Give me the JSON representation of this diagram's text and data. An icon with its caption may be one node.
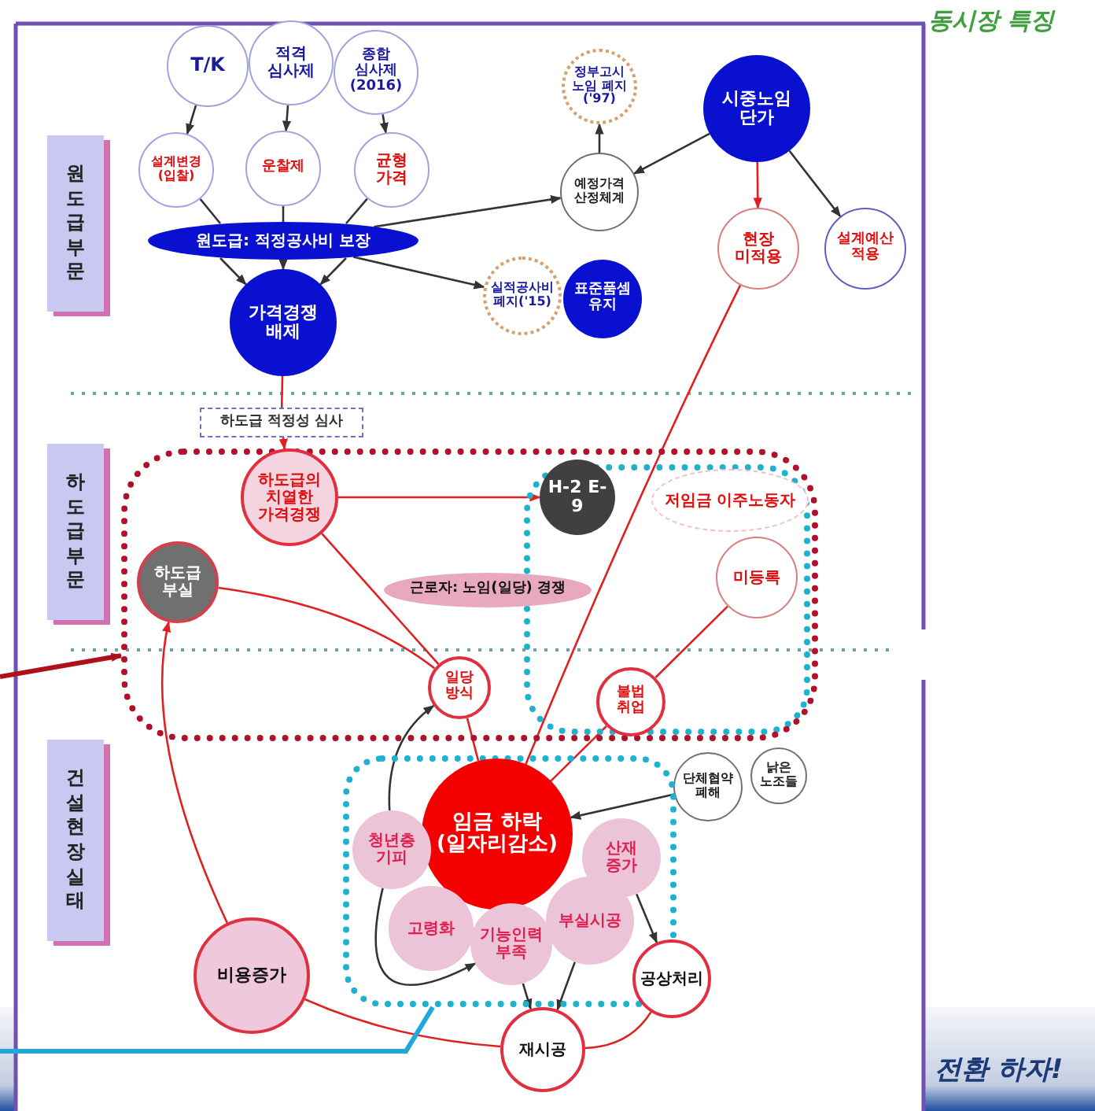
{
  "diagram": {
    "nodes": [
      {
        "text": [
          "T/K"
        ]
      },
      {
        "text": [
          "적격 심사제"
        ]
      },
      {
        "text": [
          "종합 심사제 (2016)"
        ]
      },
      {
        "text": [
          "정부고시 노임 폐지('97)"
        ]
      },
      {
        "text": [
          "시중노임 단가"
        ]
      },
      {
        "text": [
          "설계변경 (입찰)"
        ]
      },
      {
        "text": [
          "운찰제"
        ]
      },
      {
        "text": [
          "균형 가격"
        ]
      },
      {
        "text": [
          "예정가격 산정체계"
        ]
      },
      {
        "text": [
          "현장 미적용"
        ]
      },
      {
        "text": [
          "설계예산 적용"
        ]
      },
      {
        "text": [
          "원도급: 적정공사비 보장"
        ]
      },
      {
        "text": [
          "가격경쟁 배제"
        ]
      },
      {
        "text": [
          "실적공사비 폐지('15)"
        ]
      },
      {
        "text": [
          "표준품셈 유지"
        ]
      },
      {
        "text": [
          "하도급 적정성 심사"
        ]
      },
      {
        "text": [],
        "shape": "box"
      },
      {
        "text": [
          "하도급의 치열한 가격경쟁"
        ],
        "in": 16
      },
      {
        "text": [
          "H-2 E-9"
        ],
        "in": 16
      },
      {
        "text": [
          "저임금 이주노동자"
        ],
        "in": 16
      },
      {
        "text": [
          "하도급 부실"
        ],
        "in": 16
      },
      {
        "text": [
          "근로자: 노임(일당) 경쟁"
        ],
        "in": 16
      },
      {
        "text": [
          "미등록"
        ],
        "in": 16
      },
      {
        "text": [
          "일당 방식"
        ],
        "in": 16
      },
      {
        "text": [
          "불법 취업"
        ],
        "in": 16
      },
      {
        "text": [
          "단체협약 폐해"
        ]
      },
      {
        "text": [
          "낡은 노조들"
        ]
      },
      {
        "text": [],
        "shape": "box"
      },
      {
        "text": [
          "임금 하락 (일자리감소)"
        ],
        "in": 27
      },
      {
        "text": [
          "청년층 기피"
        ],
        "in": 27
      },
      {
        "text": [
          "산재 증가"
        ],
        "in": 27
      },
      {
        "text": [
          "고령화"
        ],
        "in": 27
      },
      {
        "text": [
          "기능인력 부족"
        ],
        "in": 27
      },
      {
        "text": [
          "부실시공"
        ],
        "in": 27
      },
      {
        "text": [
          "비용증가"
        ]
      },
      {
        "text": [
          "공상처리"
        ]
      },
      {
        "text": [
          "재시공"
        ]
      },
      {
        "text": [
          "원도급 부문"
        ]
      },
      {
        "text": [
          "하도급 부문"
        ]
      },
      {
        "text": [
          "건설현장 실태"
        ]
      }
    ],
    "edges": [
      {
        "from": 0,
        "to": 5,
        "arrow": "to"
      },
      {
        "from": 1,
        "to": 6,
        "arrow": "to"
      },
      {
        "from": 2,
        "to": 7,
        "arrow": "to"
      },
      {
        "from": 5,
        "to": 11,
        "arrow": "none"
      },
      {
        "from": 6,
        "to": 11,
        "arrow": "none"
      },
      {
        "from": 7,
        "to": 11,
        "arrow": "none"
      },
      {
        "from": 11,
        "to": 8,
        "arrow": "to"
      },
      {
        "from": 4,
        "to": 8,
        "arrow": "to"
      },
      {
        "from": 8,
        "to": 3,
        "arrow": "to"
      },
      {
        "from": 4,
        "to": 9,
        "arrow": "to",
        "color": "#e02020"
      },
      {
        "from": 4,
        "to": 10,
        "arrow": "to"
      },
      {
        "from": 11,
        "to": 13,
        "arrow": "to"
      },
      {
        "from": 12,
        "to": 15,
        "arrow": "none",
        "color": "#e02020"
      },
      {
        "from": 15,
        "to": 17,
        "arrow": "to",
        "color": "#e02020"
      },
      {
        "from": 9,
        "to": 28,
        "arrow": "none",
        "color": "#e02020"
      },
      {
        "from": 17,
        "to": 18,
        "arrow": "to",
        "color": "#e02020"
      },
      {
        "from": 17,
        "to": 23,
        "arrow": "none",
        "color": "#e02020"
      },
      {
        "from": 20,
        "to": 23,
        "arrow": "none",
        "color": "#e02020"
      },
      {
        "from": 34,
        "to": 20,
        "arrow": "to",
        "color": "#e02020"
      },
      {
        "from": 22,
        "to": 24,
        "arrow": "none",
        "color": "#e02020"
      },
      {
        "from": 24,
        "to": 28,
        "arrow": "none",
        "color": "#e02020"
      },
      {
        "from": 29,
        "to": 23,
        "arrow": "to"
      },
      {
        "from": 25,
        "to": 28,
        "arrow": "to"
      },
      {
        "from": 29,
        "to": 32,
        "arrow": "to"
      },
      {
        "from": 30,
        "to": 35,
        "arrow": "to"
      },
      {
        "from": 33,
        "to": 36,
        "arrow": "to"
      },
      {
        "from": 32,
        "to": 36,
        "arrow": "to"
      },
      {
        "from": 34,
        "to": 36,
        "arrow": "none",
        "color": "#e02020"
      },
      {
        "from": 35,
        "to": 36,
        "arrow": "none",
        "color": "#e02020"
      },
      {
        "from": null,
        "to": 16,
        "arrow": "to",
        "style": "thick",
        "color": "#b0101a"
      },
      {
        "from": null,
        "to": 27,
        "arrow": "none",
        "style": "thick",
        "color": "#20a8d8"
      },
      {
        "from": 23,
        "to": 28,
        "arrow": "none",
        "color": "#e02020"
      },
      {
        "from": 11,
        "to": 12,
        "arrow": "to"
      },
      {
        "from": 11,
        "to": 12,
        "arrow": "to"
      },
      {
        "from": 11,
        "to": 12,
        "arrow": "to"
      }
    ],
    "labels": [
      "동시장 특징",
      "전환 하자!"
    ]
  }
}
